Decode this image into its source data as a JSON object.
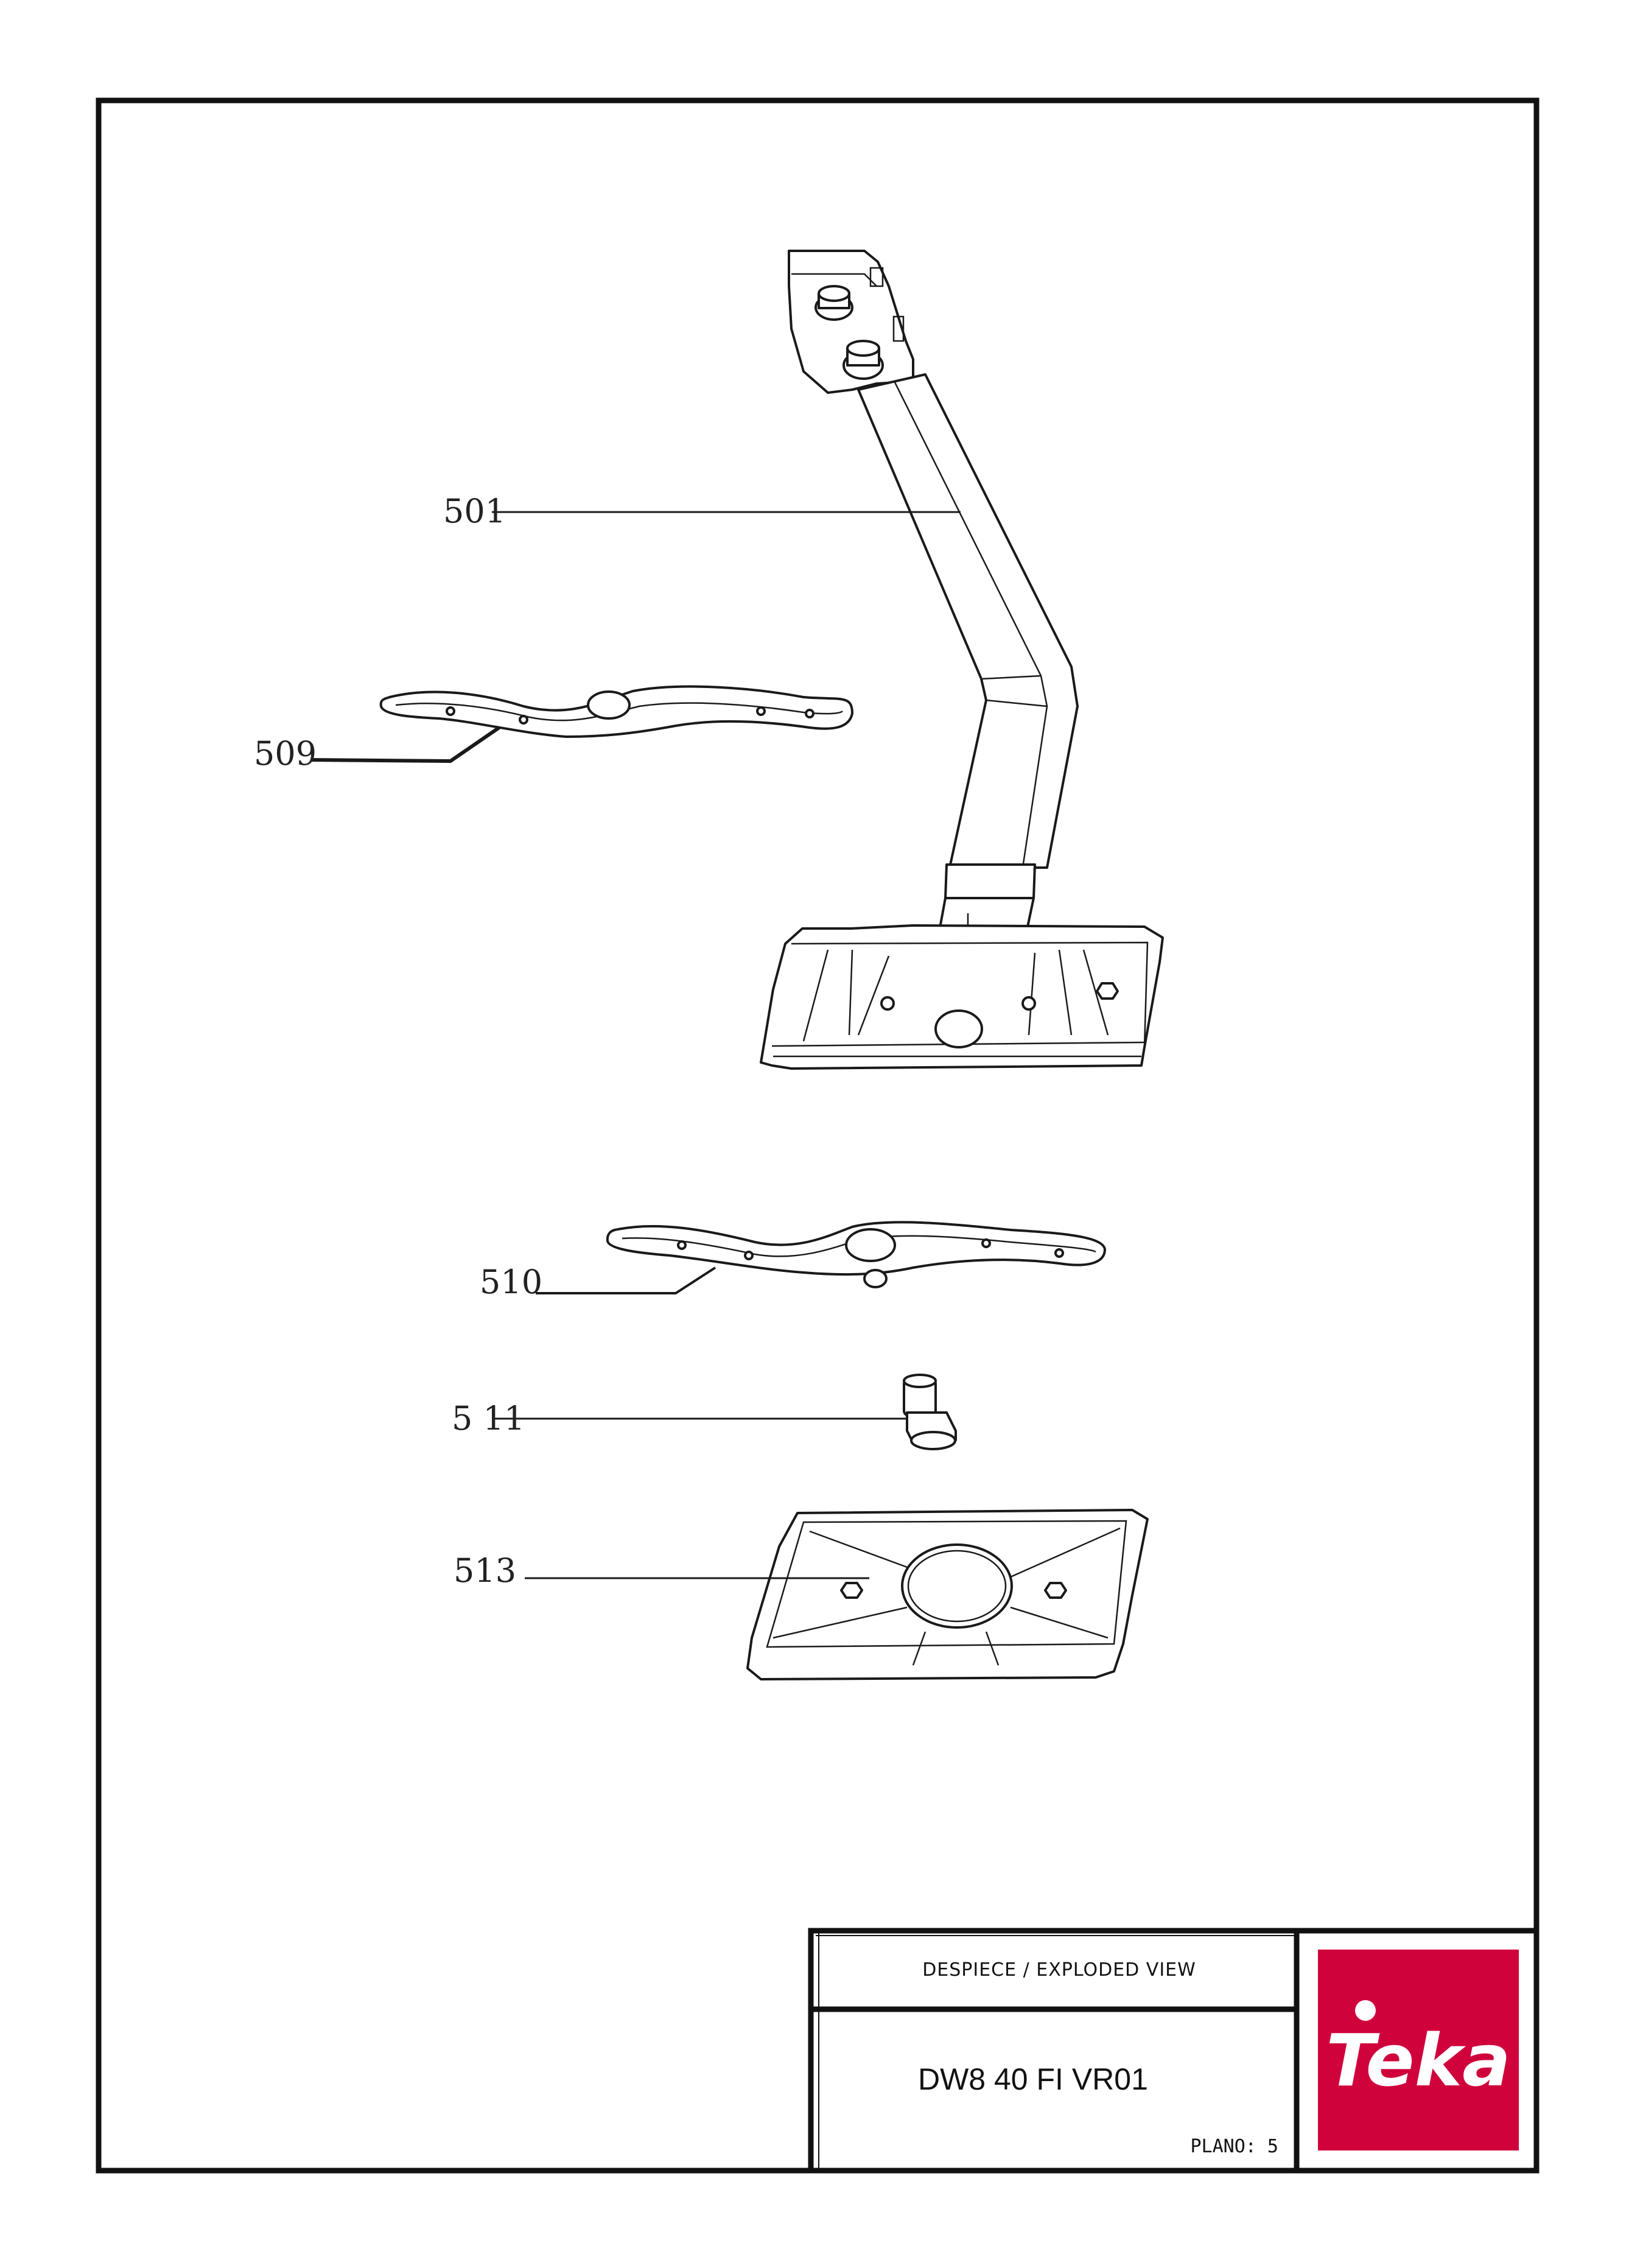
{
  "callouts": {
    "c501": "501",
    "c509": "509",
    "c510": "510",
    "c511": "5 11",
    "c513": "513"
  },
  "title_block": {
    "header": "DESPIECE / EXPLODED VIEW",
    "model": "DW8 40 FI VR01",
    "plano": "PLANO: 5"
  },
  "logo": {
    "text": "Teka",
    "brand_color": "#d0023c"
  }
}
